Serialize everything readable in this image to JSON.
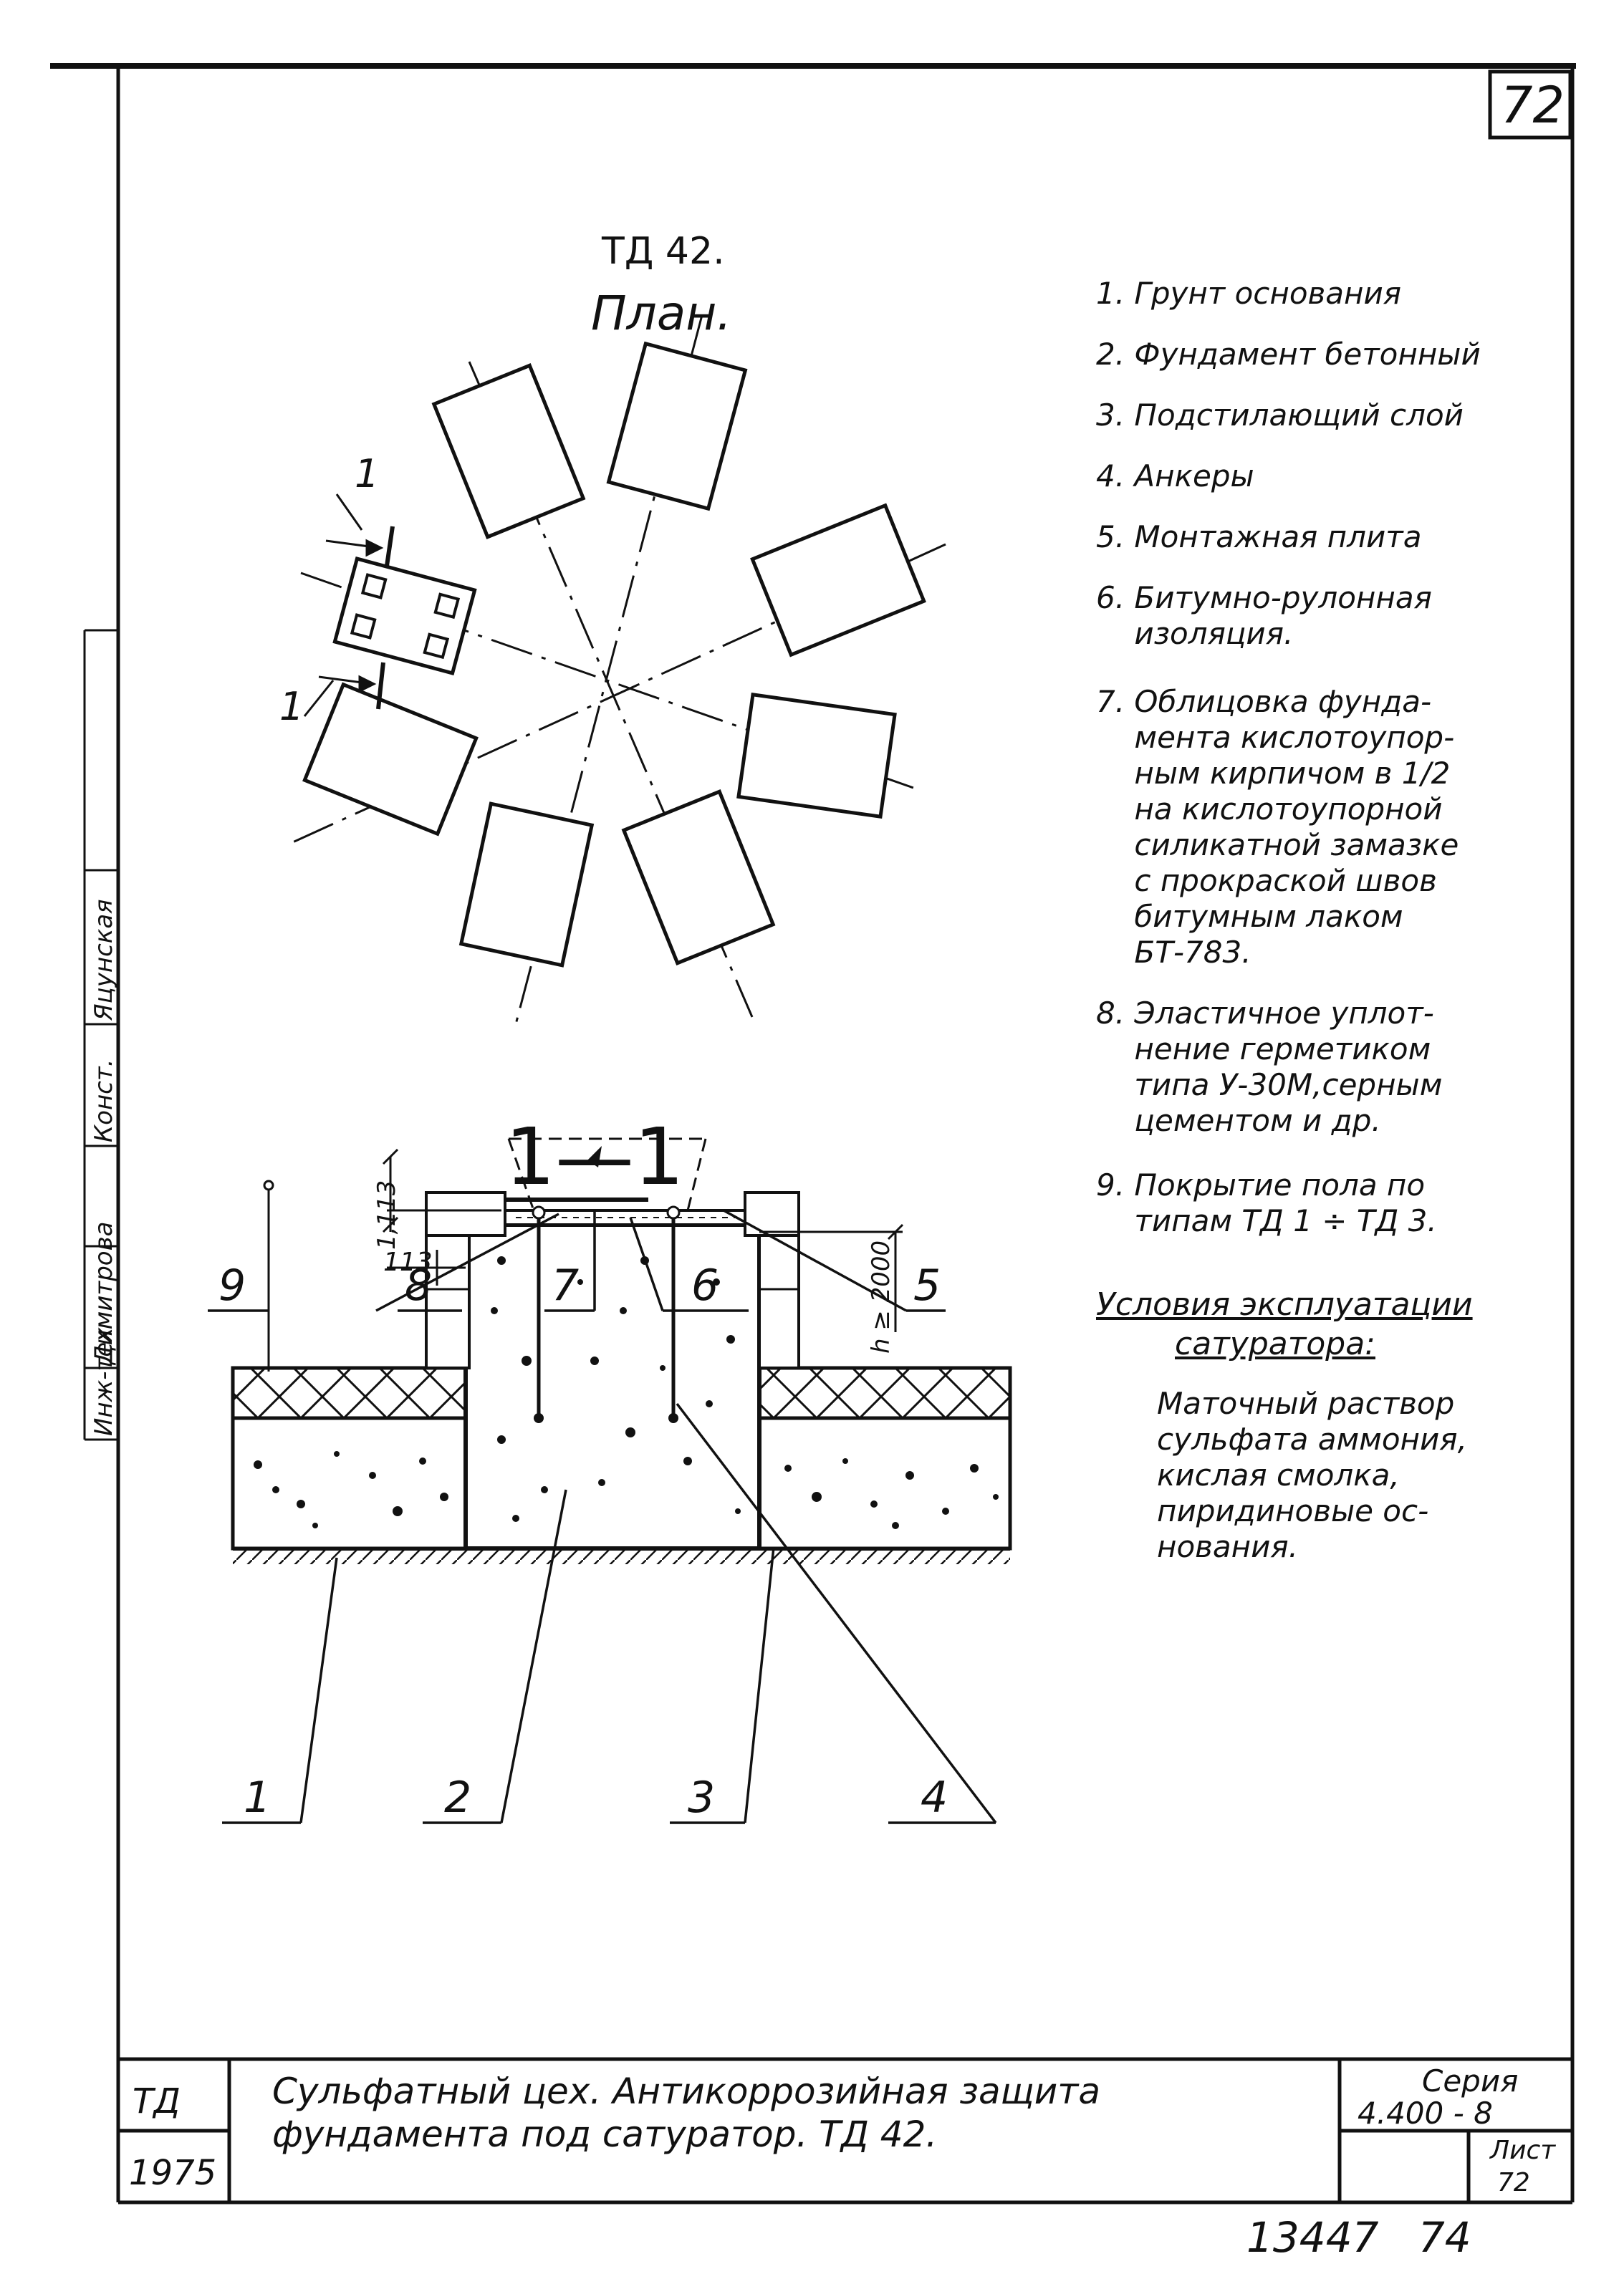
{
  "sheet": {
    "page_number": "72",
    "drawing_title": "ТД 42.",
    "plan_title": "План.",
    "section_title": "1—1",
    "bottom_numbers": "13447   74"
  },
  "plan": {
    "section_cut_label_top": "1",
    "section_cut_label_bottom": "1"
  },
  "legend": [
    "1. Грунт основания",
    "2. Фундамент бетонный",
    "3. Подстилающий слой",
    "4. Анкеры",
    "5. Монтажная плита",
    "6. Битумно-рулонная\n    изоляция.",
    "7. Облицовка фунда-\n    мента кислотоупор-\n    ным кирпичом в 1/2\n    на кислотоупорной\n    силикатной замазке\n    с прокраской швов\n    битумным лаком\n    БТ-783.",
    "8. Эластичное уплот-\n    нение герметиком\n    типа У-30М,серным\n    цементом и др.",
    "9. Покрытие пола по\n    типам ТД 1 ÷ ТД 3."
  ],
  "conditions": {
    "heading_line1": "Условия эксплуатации",
    "heading_line2": "сатуратора:",
    "text": "Маточный раствор\nсульфата аммония,\nкислая смолка,\nпиридиновые ос-\nнования."
  },
  "section": {
    "callouts_top": [
      "9",
      "8",
      "7",
      "6",
      "5"
    ],
    "callouts_bottom": [
      "1",
      "2",
      "3",
      "4"
    ],
    "dim_top": "1,113",
    "dim_side": "113",
    "dim_right": "h ≥ 2000"
  },
  "stamp": {
    "code": "ТД",
    "year": "1975",
    "title_line1": "Сульфатный цех. Антикоррозийная защита",
    "title_line2": "фундамента под сатуратор. ТД 42.",
    "series_label": "Серия",
    "series_value": "4.400 - 8",
    "sheet_label": "Лист",
    "sheet_value": "72"
  },
  "side_stamp": [
    "Инж-тех",
    "Димитрова",
    "Конст.",
    "Яцунская"
  ]
}
